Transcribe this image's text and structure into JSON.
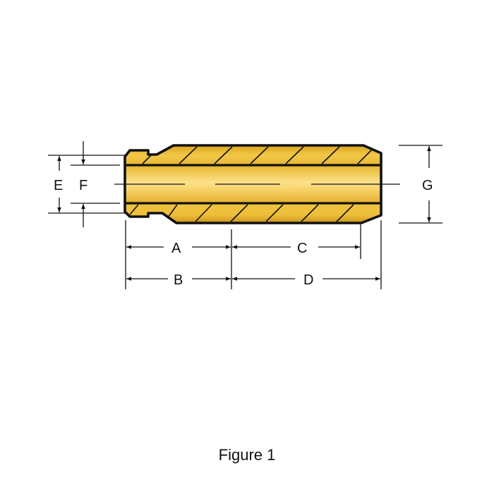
{
  "figure": {
    "caption": "Figure 1",
    "subject": "valve-guide-cross-section",
    "colors": {
      "brass_dark": "#D9A41C",
      "brass_mid": "#EFC23E",
      "brass_light": "#FCE08A",
      "outline": "#111111",
      "dimension_line": "#111111"
    }
  },
  "dimensions": {
    "A": {
      "label": "A",
      "orientation": "horizontal",
      "description": "left end to groove/shoulder reference"
    },
    "B": {
      "label": "B",
      "orientation": "horizontal",
      "description": "left end to shoulder reference"
    },
    "C": {
      "label": "C",
      "orientation": "horizontal",
      "description": "shoulder reference to start of right chamfer"
    },
    "D": {
      "label": "D",
      "orientation": "horizontal",
      "description": "shoulder reference to right end"
    },
    "E": {
      "label": "E",
      "orientation": "vertical",
      "description": "groove outer diameter"
    },
    "F": {
      "label": "F",
      "orientation": "vertical",
      "description": "bore inner diameter"
    },
    "G": {
      "label": "G",
      "orientation": "vertical",
      "description": "main outer diameter"
    }
  }
}
